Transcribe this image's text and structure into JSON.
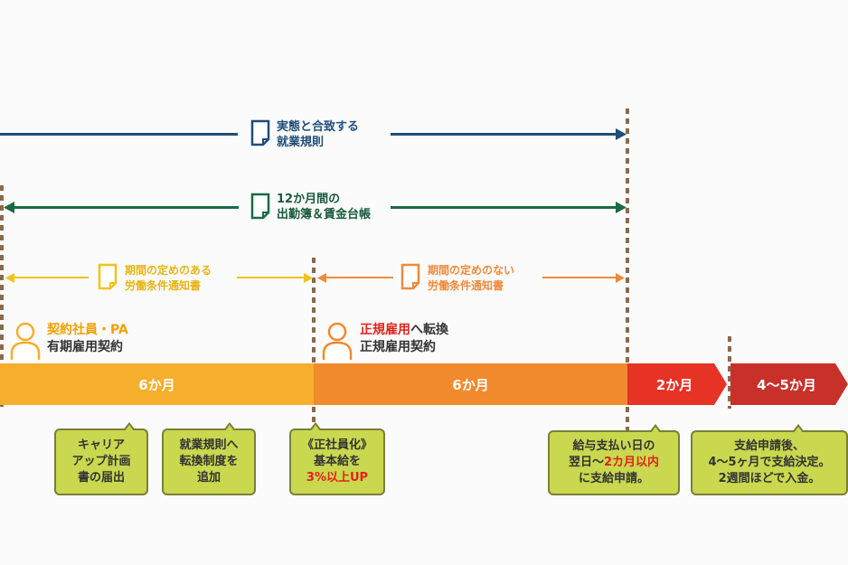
{
  "arrows": {
    "rules": {
      "line1": "実態と合致する",
      "line2": "就業規則",
      "color": "#1f4e79"
    },
    "records": {
      "line1": "12か月間の",
      "line2": "出勤簿＆賃金台帳",
      "color": "#1a6b45"
    },
    "fixed_term": {
      "line1": "期間の定めのある",
      "line2": "労働条件通知書",
      "color": "#f2c21a"
    },
    "permanent": {
      "line1": "期間の定めのない",
      "line2": "労働条件通知書",
      "color": "#f08a3c"
    }
  },
  "persons": {
    "contract": {
      "title": "契約社員・PA",
      "subtitle": "有期雇用契約"
    },
    "regular": {
      "title_highlight": "正規雇用",
      "title_rest": "へ転換",
      "subtitle": "正規雇用契約"
    }
  },
  "timeline": {
    "seg1": "6か月",
    "seg2": "6か月",
    "seg3": "2か月",
    "seg4": "4～5か月"
  },
  "notes": {
    "n1": {
      "l1": "キャリア",
      "l2": "アップ計画",
      "l3": "書の届出"
    },
    "n2": {
      "l1": "就業規則へ",
      "l2": "転換制度を",
      "l3": "追加"
    },
    "n3": {
      "l1": "《正社員化》",
      "l2": "基本給を",
      "l3": "3%以上UP"
    },
    "n4": {
      "l1": "給与支払い日の",
      "l2a": "翌日～",
      "l2b": "2カ月以内",
      "l3": "に支給申請。"
    },
    "n5": {
      "l1": "支給申請後、",
      "l2": "4～5ヶ月で支給決定。",
      "l3": "2週間ほどで入金。"
    }
  },
  "colors": {
    "bar_yellow": "#f6ae2d",
    "bar_orange": "#f08a2c",
    "bar_red": "#e63325",
    "bar_darkred": "#c8302a",
    "note_green": "#c9d84e"
  }
}
